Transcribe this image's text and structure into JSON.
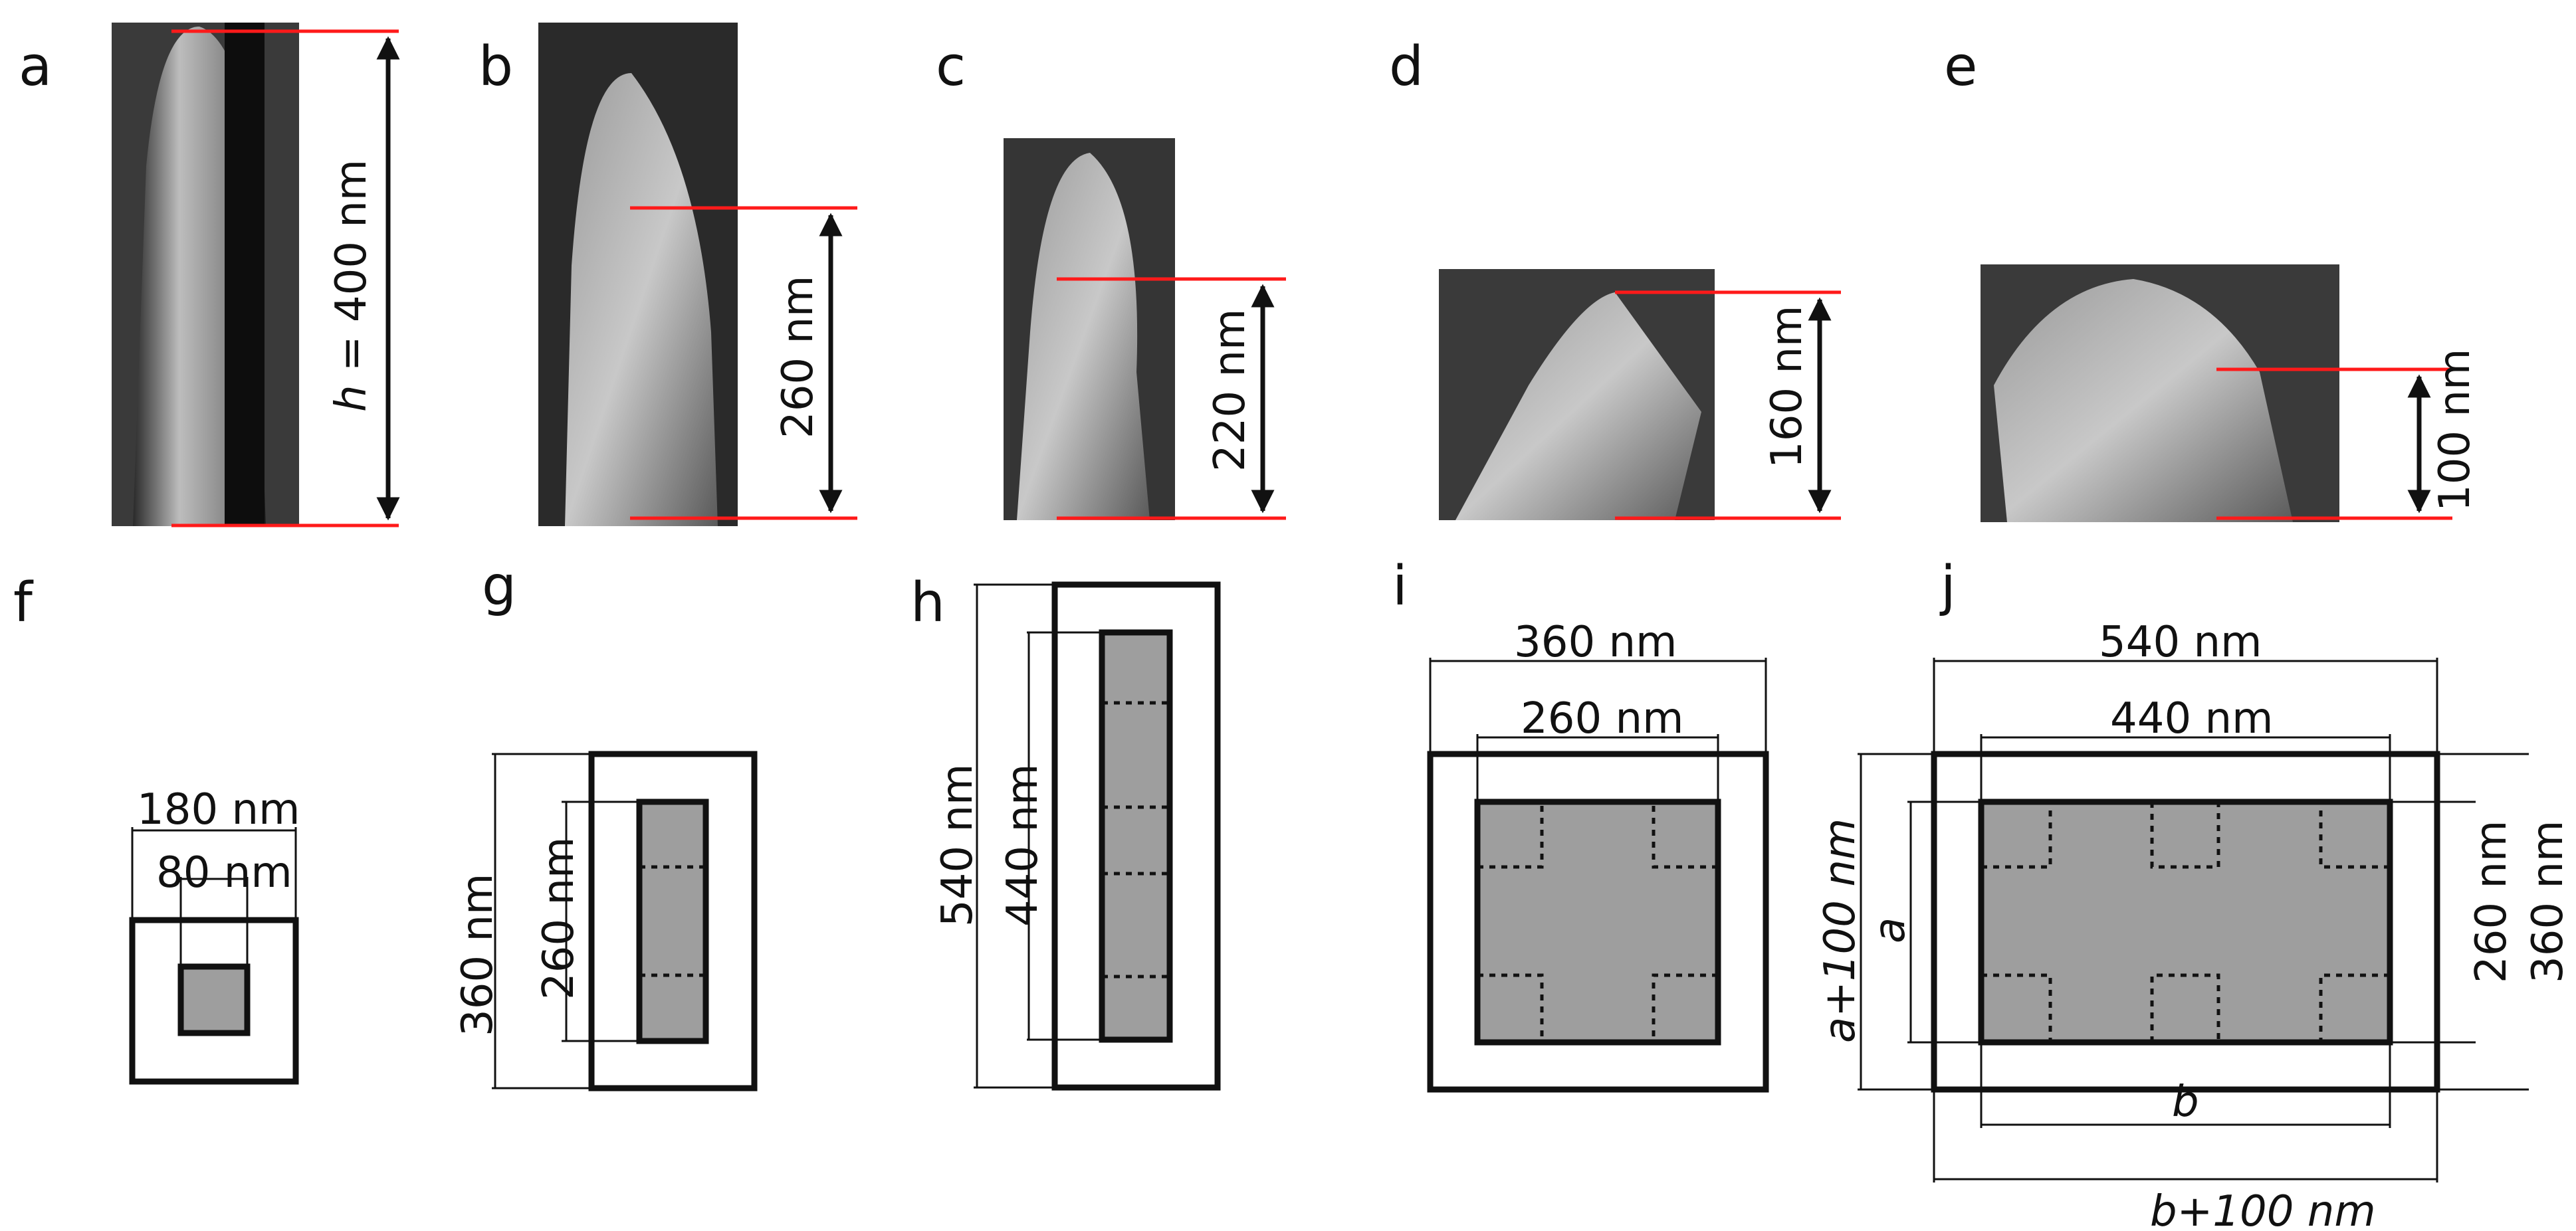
{
  "panels": {
    "a": {
      "letter": "a",
      "h_var": "h",
      "label": " = 400 nm"
    },
    "b": {
      "letter": "b",
      "label": "260 nm"
    },
    "c": {
      "letter": "c",
      "label": "220 nm"
    },
    "d": {
      "letter": "d",
      "label": "160 nm"
    },
    "e": {
      "letter": "e",
      "label": "100 nm"
    },
    "f": {
      "letter": "f",
      "outer": "180 nm",
      "inner": "80 nm"
    },
    "g": {
      "letter": "g",
      "outer": "360 nm",
      "inner": "260 nm"
    },
    "h": {
      "letter": "h",
      "outer": "540 nm",
      "inner": "440 nm"
    },
    "i": {
      "letter": "i",
      "outer": "360 nm",
      "inner": "260 nm"
    },
    "j": {
      "letter": "j",
      "outer_w": "540 nm",
      "inner_w": "440 nm",
      "inner_h": "260 nm",
      "outer_h": "360 nm",
      "a": "a",
      "a_plus": "a+100 nm",
      "b": "b",
      "b_plus": "b+100 nm"
    }
  },
  "colors": {
    "marker": "#ff1a1a",
    "fill": "#9e9e9e",
    "line": "#111111"
  }
}
